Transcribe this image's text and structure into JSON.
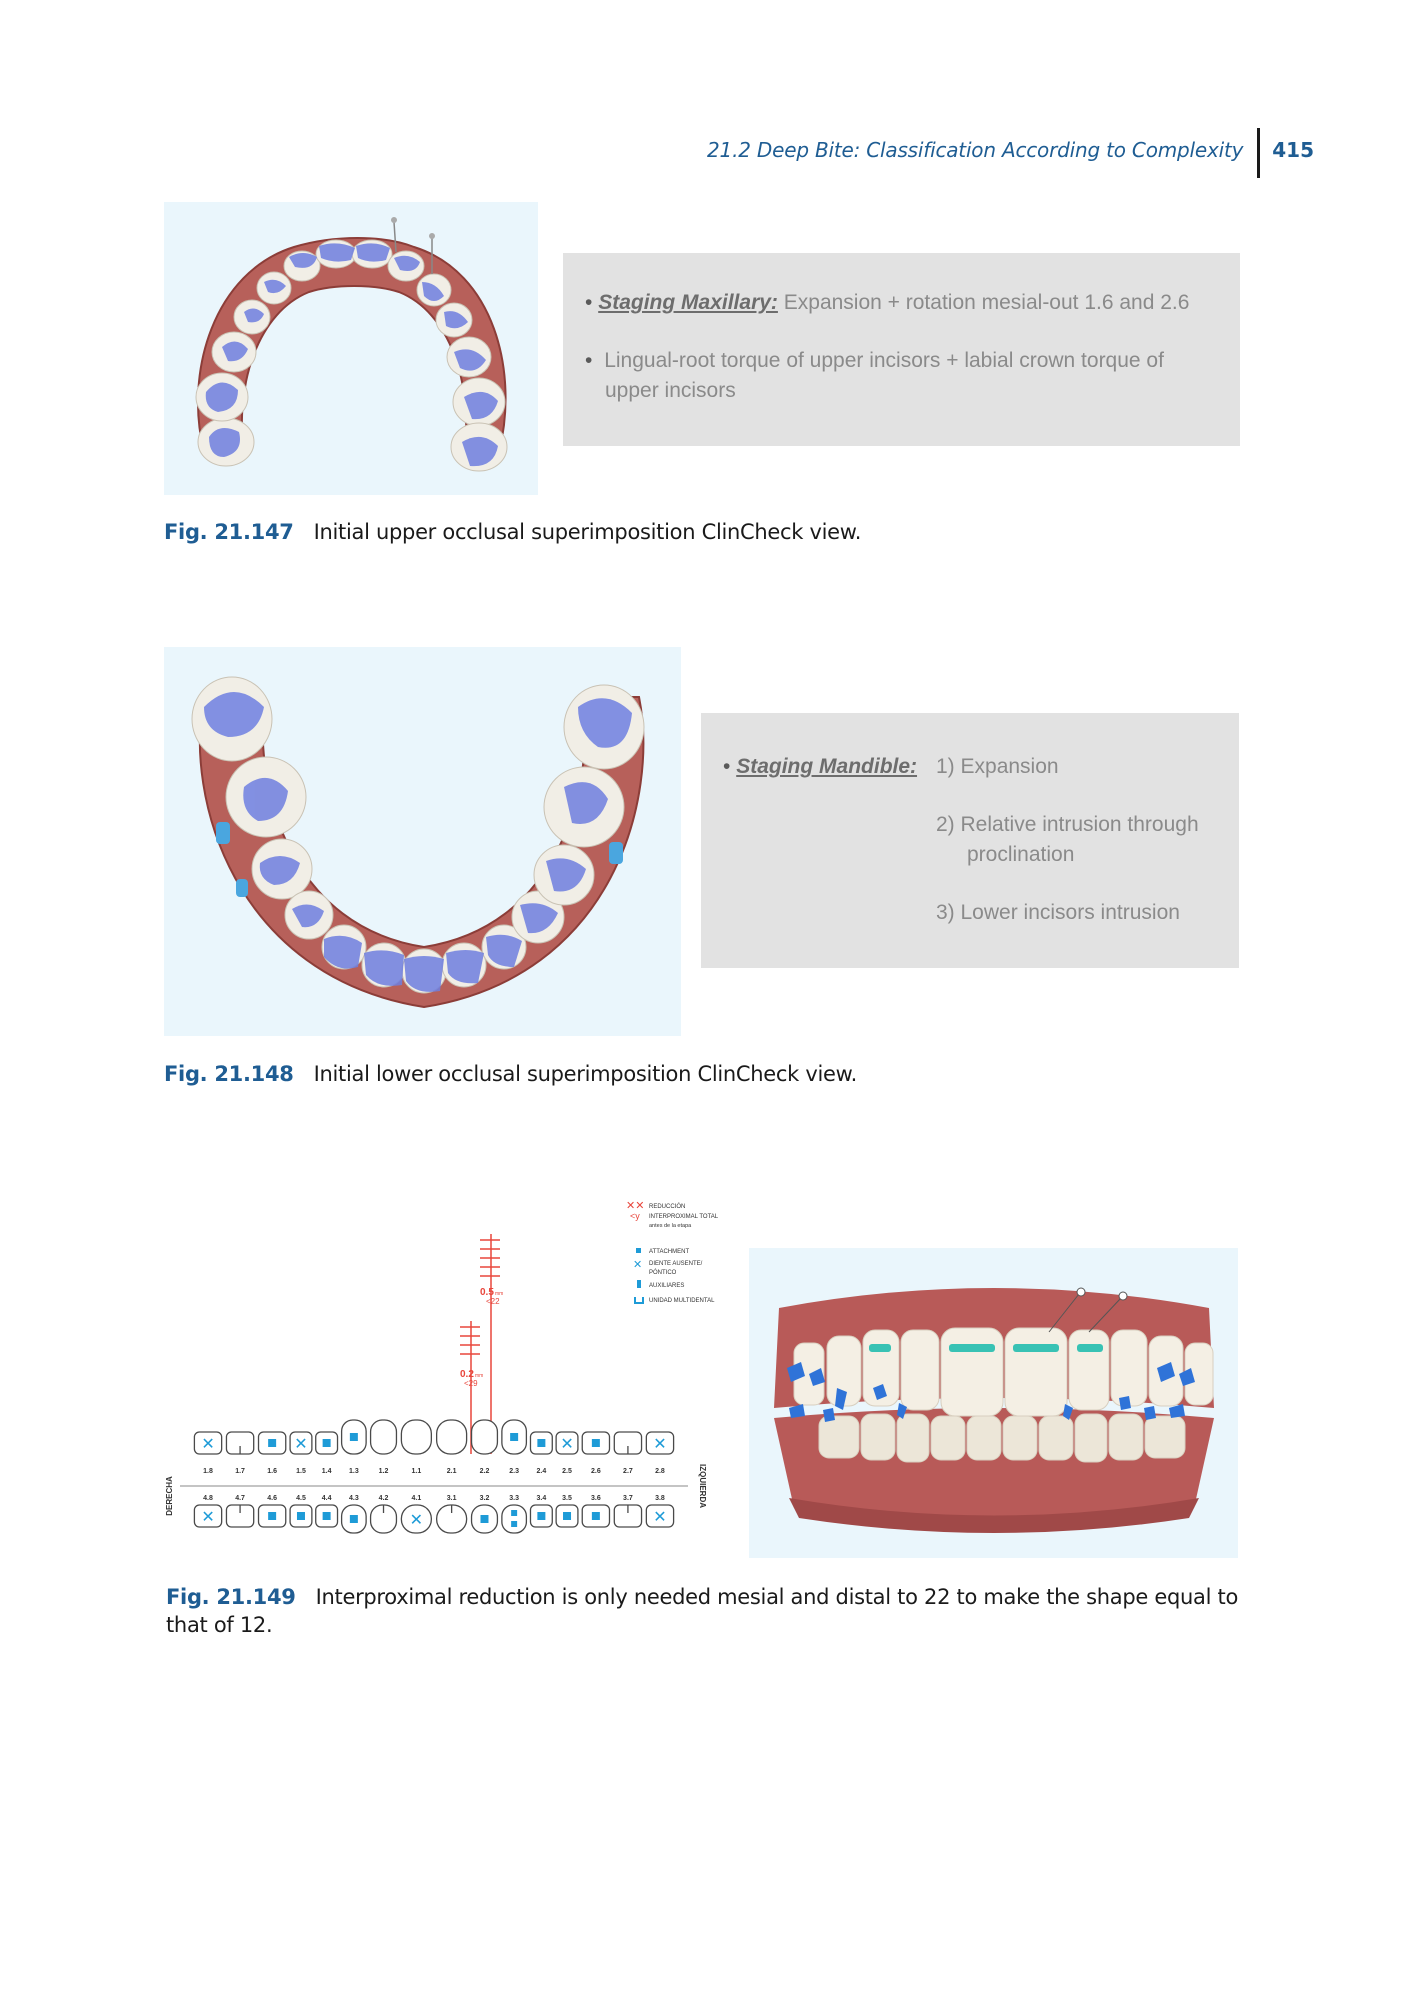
{
  "header": {
    "running_title": "21.2 Deep Bite: Classification According to Complexity",
    "page_number": "415"
  },
  "figures": [
    {
      "label": "Fig. 21.147",
      "caption": "Initial upper occlusal superimposition ClinCheck view."
    },
    {
      "label": "Fig. 21.148",
      "caption": "Initial lower occlusal superimposition ClinCheck view."
    },
    {
      "label": "Fig. 21.149",
      "caption_line1": "Interproximal reduction is only needed mesial and distal to 22 to make the shape equal to",
      "caption_line2": "that of 12."
    }
  ],
  "box1": {
    "bullet1_label": "Staging Maxillary:",
    "bullet1_text": " Expansion + rotation mesial-out 1.6 and 2.6",
    "bullet2_line1": "Lingual-root torque of upper incisors + labial crown torque of",
    "bullet2_line2": "upper incisors"
  },
  "box2": {
    "label": "Staging Mandible:",
    "step1": "1) Expansion",
    "step2_line1": "2) Relative intrusion through",
    "step2_line2": "proclination",
    "step3": "3) Lower incisors intrusion"
  },
  "ipr_chart": {
    "legend": [
      "REDUCCIÓN",
      "INTERPROXIMAL TOTAL",
      "antes de la etapa",
      "ATTACHMENT",
      "DIENTE AUSENTE/",
      "PÓNTICO",
      "AUXILIARES",
      "UNIDAD MULTIDENTAL"
    ],
    "ipr_values": [
      {
        "amount": "0.5",
        "unit": "mm",
        "stage": "<22"
      },
      {
        "amount": "0.2",
        "unit": "mm",
        "stage": "<29"
      }
    ],
    "side_left": "DERECHA",
    "side_right": "IZQUIERDA",
    "upper_teeth": [
      "1.8",
      "1.7",
      "1.6",
      "1.5",
      "1.4",
      "1.3",
      "1.2",
      "1.1",
      "2.1",
      "2.2",
      "2.3",
      "2.4",
      "2.5",
      "2.6",
      "2.7",
      "2.8"
    ],
    "lower_teeth": [
      "4.8",
      "4.7",
      "4.6",
      "4.5",
      "4.4",
      "4.3",
      "4.2",
      "4.1",
      "3.1",
      "3.2",
      "3.3",
      "3.4",
      "3.5",
      "3.6",
      "3.7",
      "3.8"
    ],
    "upper_marks": [
      "x",
      "tick",
      "square",
      "x",
      "square",
      "square",
      "",
      "",
      "",
      "",
      "square",
      "square",
      "x",
      "square",
      "tick",
      "x"
    ],
    "lower_marks": [
      "x",
      "tick",
      "square",
      "square",
      "square",
      "square",
      "tick",
      "x",
      "tick",
      "square",
      "square2",
      "square",
      "square",
      "square",
      "tick",
      "x"
    ],
    "colors": {
      "mark": "#1e9bd7",
      "ipr": "#e8463c",
      "outline": "#4a4a4a"
    }
  }
}
